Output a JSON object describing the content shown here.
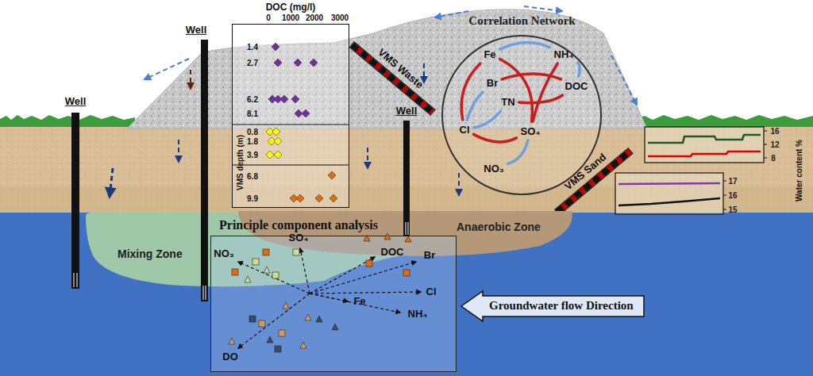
{
  "diagram": {
    "nodes": [
      {
        "text": [
          "DOC (mg/l)"
        ]
      },
      {
        "text": [
          "VMS Waste"
        ]
      },
      {
        "text": [
          "Correlation Network"
        ]
      },
      {
        "text": [
          "Fe"
        ],
        "in": 2
      },
      {
        "text": [
          "NH₄"
        ],
        "in": 2
      },
      {
        "text": [
          "Br"
        ],
        "in": 2
      },
      {
        "text": [
          "DOC"
        ],
        "in": 2
      },
      {
        "text": [
          "TN"
        ],
        "in": 2
      },
      {
        "text": [
          "Cl"
        ],
        "in": 2
      },
      {
        "text": [
          "SO₄"
        ],
        "in": 2
      },
      {
        "text": [
          "NO₃"
        ],
        "in": 2
      },
      {
        "text": [
          "VMS Sand"
        ]
      },
      {
        "text": [
          "Anaerobic Zone"
        ]
      },
      {
        "text": [
          "Mixing Zone"
        ]
      },
      {
        "text": [
          "Principle component analysis"
        ]
      },
      {
        "text": [
          "Groundwater flow Direction"
        ]
      }
    ],
    "edges": [
      {
        "from": 3,
        "to": 4,
        "arrow": "none"
      },
      {
        "from": 3,
        "to": 9,
        "arrow": "none"
      },
      {
        "from": 3,
        "to": 8,
        "arrow": "none"
      },
      {
        "from": 5,
        "to": 6,
        "arrow": "none"
      },
      {
        "from": 5,
        "to": 8,
        "arrow": "none"
      },
      {
        "from": 4,
        "to": 6,
        "arrow": "none"
      },
      {
        "from": 4,
        "to": 9,
        "arrow": "none"
      },
      {
        "from": 7,
        "to": 6,
        "arrow": "none"
      },
      {
        "from": 7,
        "to": 8,
        "arrow": "none"
      },
      {
        "from": 8,
        "to": 9,
        "arrow": "none"
      },
      {
        "from": 9,
        "to": 10,
        "arrow": "none"
      }
    ],
    "labels": [
      "Well",
      "Well",
      "Well",
      "0",
      "1000",
      "2000",
      "3000",
      "1.4",
      "2.7",
      "6.2",
      "8.1",
      "0.8",
      "1.8",
      "3.9",
      "6.8",
      "9.9",
      "VMS depth (m)",
      "Water content %",
      "16",
      "12",
      "8",
      "17",
      "16",
      "15",
      "NO₃",
      "SO₄",
      "DOC",
      "Br",
      "Cl",
      "Fe",
      "NH₄",
      "DO"
    ]
  }
}
